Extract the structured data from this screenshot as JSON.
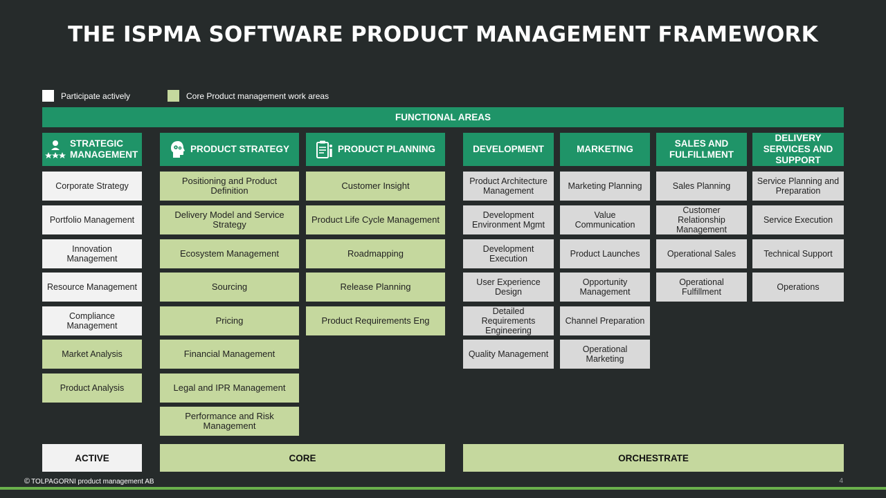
{
  "title": "THE ISPMA SOFTWARE PRODUCT MANAGEMENT FRAMEWORK",
  "legend": {
    "participate": "Participate actively",
    "core": "Core Product management work areas"
  },
  "functional_areas_label": "FUNCTIONAL AREAS",
  "columns": {
    "strategic": {
      "header": "STRATEGIC MANAGEMENT",
      "icon": "people-hierarchy-icon",
      "items": [
        "Corporate Strategy",
        "Portfolio Management",
        "Innovation Management",
        "Resource Management",
        "Compliance Management",
        "Market Analysis",
        "Product Analysis"
      ]
    },
    "product_strategy": {
      "header": "PRODUCT STRATEGY",
      "icon": "head-gears-icon",
      "items": [
        "Positioning and Product Definition",
        "Delivery Model and Service Strategy",
        "Ecosystem Management",
        "Sourcing",
        "Pricing",
        "Financial Management",
        "Legal and IPR Management",
        "Performance and Risk Management"
      ]
    },
    "product_planning": {
      "header": "PRODUCT PLANNING",
      "icon": "clipboard-info-icon",
      "items": [
        "Customer Insight",
        "Product Life Cycle Management",
        "Roadmapping",
        "Release Planning",
        "Product Requirements Eng"
      ]
    },
    "development": {
      "header": "DEVELOPMENT",
      "items": [
        "Product Architecture Management",
        "Development Environment Mgmt",
        "Development Execution",
        "User Experience Design",
        "Detailed Requirements Engineering",
        "Quality Management"
      ]
    },
    "marketing": {
      "header": "MARKETING",
      "items": [
        "Marketing Planning",
        "Value Communication",
        "Product Launches",
        "Opportunity Management",
        "Channel Preparation",
        "Operational Marketing"
      ]
    },
    "sales": {
      "header": "SALES AND FULFILLMENT",
      "items": [
        "Sales Planning",
        "Customer Relationship Management",
        "Operational Sales",
        "Operational Fulfillment"
      ]
    },
    "delivery": {
      "header": "DELIVERY SERVICES AND SUPPORT",
      "items": [
        "Service Planning and Preparation",
        "Service Execution",
        "Technical Support",
        "Operations"
      ]
    }
  },
  "bottom": {
    "active": "ACTIVE",
    "core": "CORE",
    "orchestrate": "ORCHESTRATE"
  },
  "footer": {
    "copyright_symbol": "©",
    "company": "TOLPAGORNI product management  AB",
    "page": "4"
  },
  "colors": {
    "background": "#262b2b",
    "header_green": "#1f9468",
    "core_green": "#c5d89e",
    "active_white": "#f2f2f2",
    "orchestrate_grey": "#d9d9d9"
  }
}
